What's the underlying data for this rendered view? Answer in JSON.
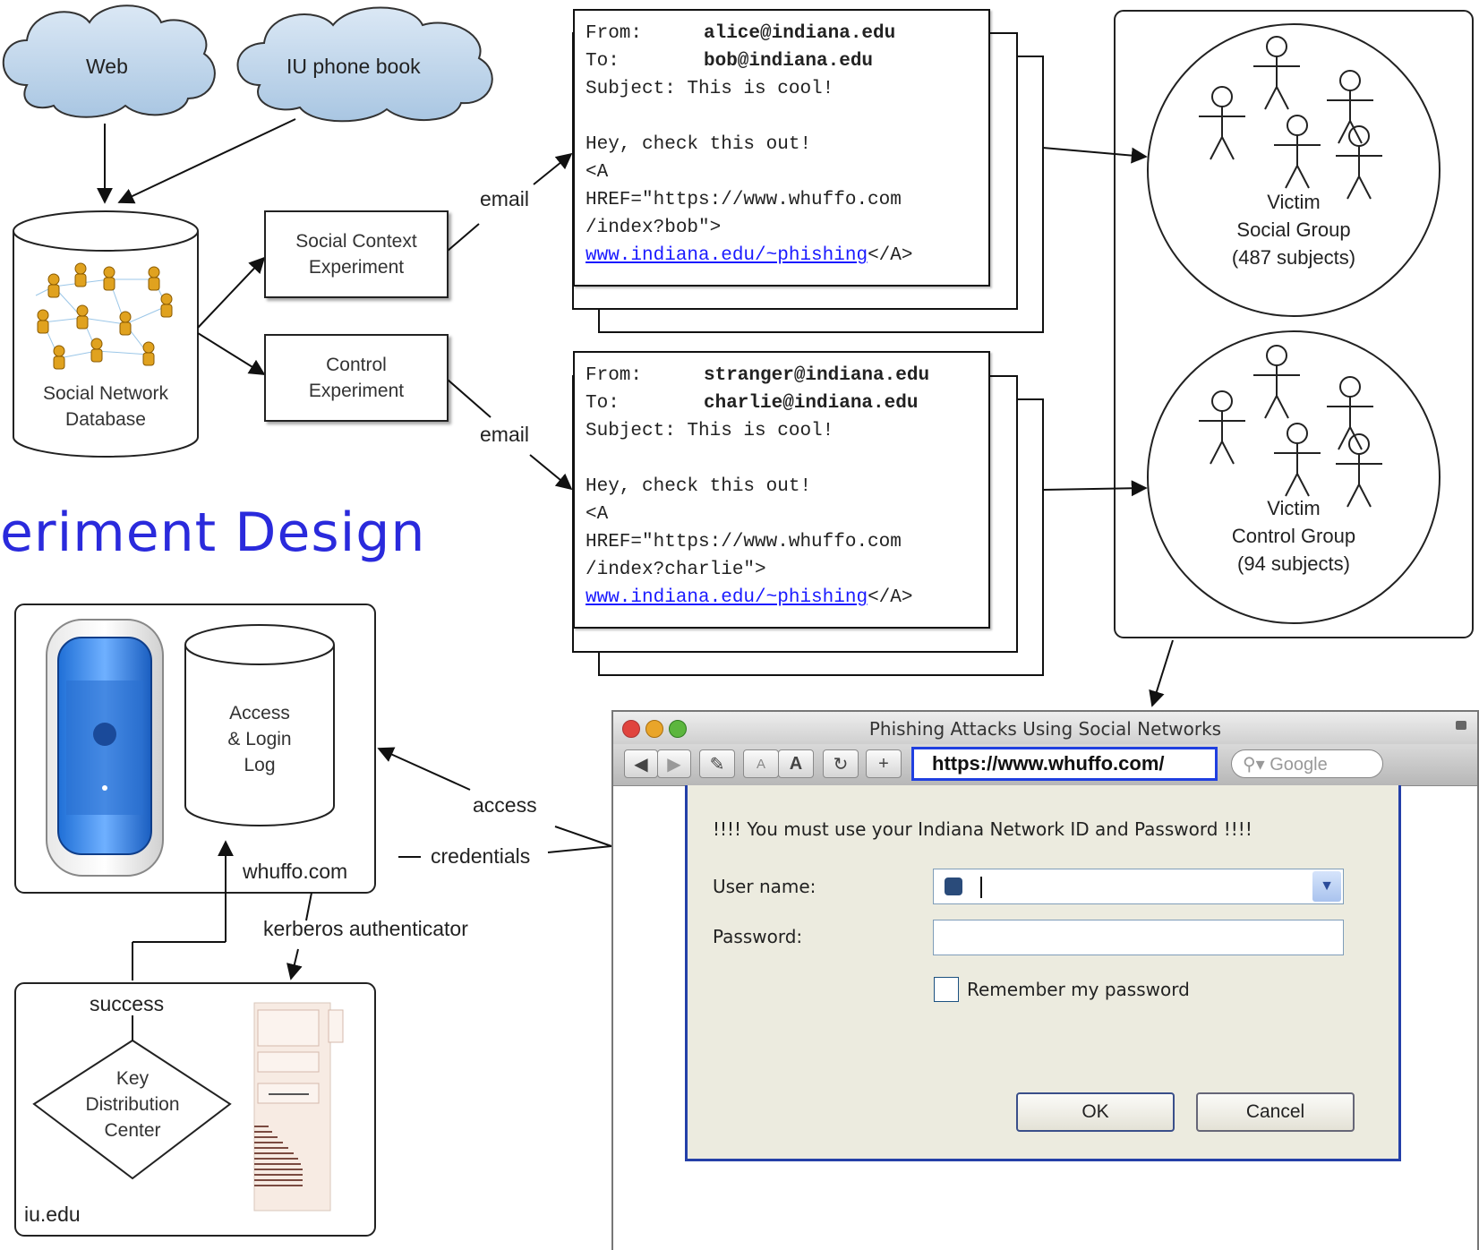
{
  "title": "eriment Design",
  "clouds": {
    "web": "Web",
    "phonebook": "IU phone book"
  },
  "database": {
    "line1": "Social Network",
    "line2": "Database"
  },
  "social_experiment": {
    "line1": "Social Context",
    "line2": "Experiment"
  },
  "control_experiment": {
    "line1": "Control",
    "line2": "Experiment"
  },
  "edge_labels": {
    "email_top": "email",
    "email_bottom": "email",
    "access": "access",
    "credentials": "credentials",
    "kerberos": "kerberos authenticator",
    "success": "success"
  },
  "email1": {
    "from_label": "From:",
    "from_value": "alice@indiana.edu",
    "to_label": "To:",
    "to_value": "bob@indiana.edu",
    "subject": "Subject: This is cool!",
    "line1": "Hey, check this out!",
    "line2": "<A",
    "line3": "HREF=\"https://www.whuffo.com",
    "line4": "/index?bob\">",
    "link": "www.indiana.edu/~phishing",
    "close": "</A>"
  },
  "email2": {
    "from_label": "From:",
    "from_value": "stranger@indiana.edu",
    "to_label": "To:",
    "to_value": "charlie@indiana.edu",
    "subject": "Subject: This is cool!",
    "line1": "Hey, check this out!",
    "line2": "<A",
    "line3": "HREF=\"https://www.whuffo.com",
    "line4": "/index?charlie\">",
    "link": "www.indiana.edu/~phishing",
    "close": "</A>"
  },
  "groups": {
    "social": {
      "line1": "Victim",
      "line2": "Social Group",
      "line3": "(487 subjects)"
    },
    "control": {
      "line1": "Victim",
      "line2": "Control Group",
      "line3": "(94 subjects)"
    }
  },
  "whuffo": {
    "log_line1": "Access",
    "log_line2": "& Login",
    "log_line3": "Log",
    "label": "whuffo.com"
  },
  "iu": {
    "kdc_line1": "Key",
    "kdc_line2": "Distribution",
    "kdc_line3": "Center",
    "label": "iu.edu"
  },
  "browser": {
    "window_title": "Phishing Attacks Using Social Networks",
    "url": "https://www.whuffo.com/",
    "search_placeholder": "Google",
    "warning": "!!!! You must use your Indiana Network ID and Password !!!!",
    "username_label": "User name:",
    "password_label": "Password:",
    "remember_label": "Remember my password",
    "ok": "OK",
    "cancel": "Cancel"
  },
  "colors": {
    "title": "#2a2adc",
    "link": "#1a1aff",
    "cloud": "#b9d3ea",
    "person": "#e0a21f",
    "dialog_border": "#2440a8"
  }
}
